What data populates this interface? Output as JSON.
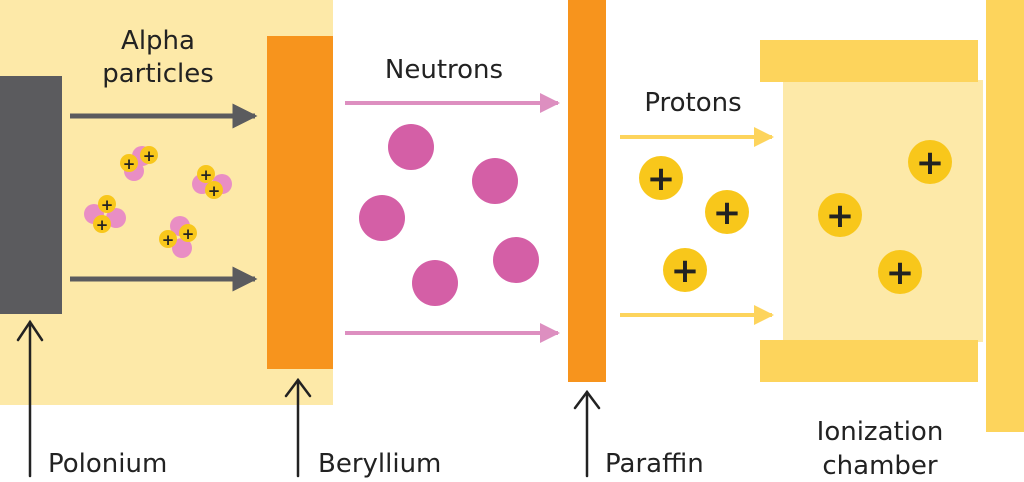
{
  "labels": {
    "alpha_line1": "Alpha",
    "alpha_line2": "particles",
    "neutrons": "Neutrons",
    "protons": "Protons",
    "polonium": "Polonium",
    "beryllium": "Beryllium",
    "paraffin": "Paraffin",
    "ionization_line1": "Ionization",
    "ionization_line2": "chamber"
  },
  "symbols": {
    "plus": "+"
  },
  "colors": {
    "source_zone": "#fde9a8",
    "chamber_fill": "#fde9a8",
    "chamber_walls": "#fdd45c",
    "polonium": "#5b5b5e",
    "beryllium": "#f7941d",
    "paraffin": "#f7941d",
    "alpha_arrow": "#5b5b5e",
    "neutron_arrow": "#dd8fc0",
    "neutron": "#d45fa6",
    "proton_arrow": "#fdd45c",
    "proton": "#f8c71b",
    "alpha_pink": "#e98ec4",
    "ink": "#222222"
  }
}
